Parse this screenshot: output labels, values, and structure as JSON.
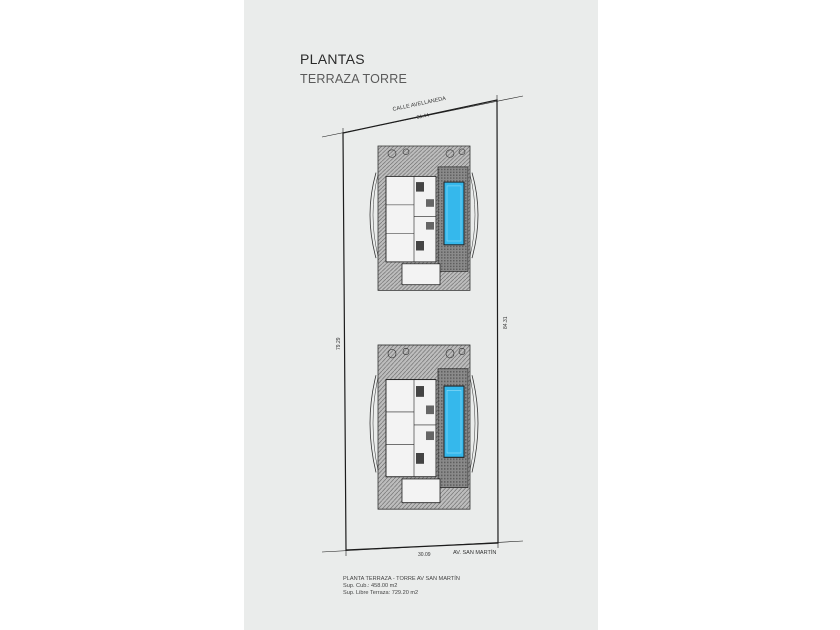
{
  "header": {
    "title": "PLANTAS",
    "subtitle": "TERRAZA TORRE"
  },
  "plan": {
    "street_top": "CALLE AVELLANEDA",
    "dim_top": "31.44",
    "dim_right": "84.31",
    "dim_left": "79.29",
    "dim_bottom": "30.09",
    "street_bottom": "AV. SAN MARTÍN",
    "pool_color": "#35b8ec"
  },
  "notes": {
    "line1": "PLANTA TERRAZA - TORRE AV SAN MARTÍN",
    "line2": "Sup. Cub.: 458.00 m2",
    "line3": "Sup. Libre Terraza: 729.20 m2"
  }
}
